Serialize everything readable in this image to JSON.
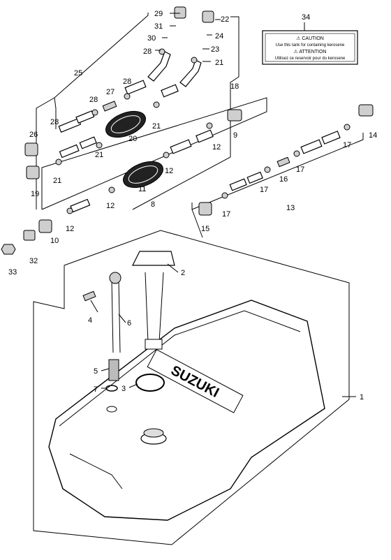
{
  "labels": [
    "1",
    "2",
    "3",
    "4",
    "5",
    "6",
    "7",
    "8",
    "9",
    "10",
    "11",
    "12",
    "13",
    "14",
    "15",
    "16",
    "17",
    "18",
    "19",
    "20",
    "21",
    "22",
    "23",
    "24",
    "25",
    "26",
    "27",
    "28",
    "29",
    "30",
    "31",
    "32",
    "33",
    "34"
  ],
  "caution_label": {
    "number": "34",
    "caution_title": "⚠ CAUTION",
    "caution_text": "Use this tank for containing kerosene",
    "attention_title": "⚠ ATTENTION",
    "attention_text": "Utilisez ce reservoir pour du kerosene"
  },
  "tank_brand": "SUZUKI"
}
